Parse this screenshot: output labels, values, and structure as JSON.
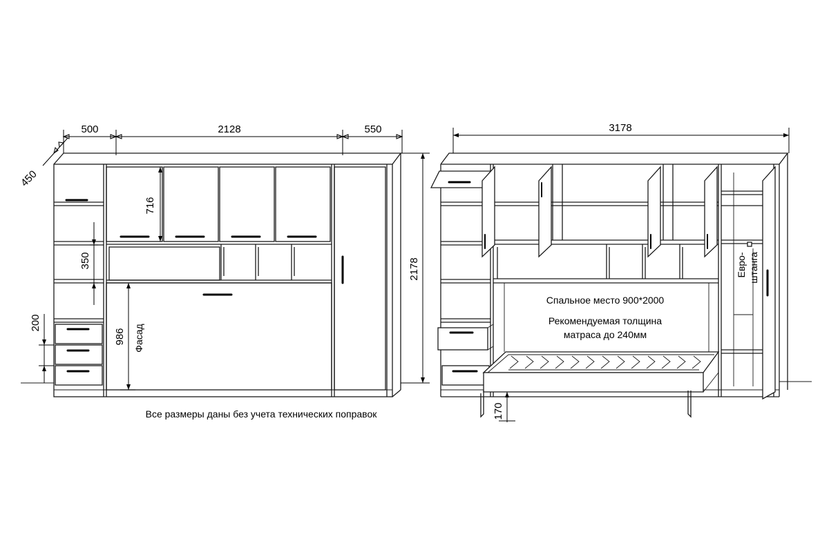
{
  "dimensions": {
    "left_width": "500",
    "center_width": "2128",
    "right_width": "550",
    "total_width": "3178",
    "depth": "450",
    "height": "2178",
    "top_cabinet_height": "716",
    "shelf_spacing": "350",
    "drawer_height": "200",
    "facade_height": "986",
    "leg_height": "170"
  },
  "labels": {
    "facade": "Фасад",
    "euro_rail_line1": "Евро-",
    "euro_rail_line2": "штанга",
    "sleeping_place": "Спальное место 900*2000",
    "mattress_line1": "Рекомендуемая толщина",
    "mattress_line2": "матраса  до 240мм",
    "footnote": "Все размеры даны без учета технических поправок"
  }
}
